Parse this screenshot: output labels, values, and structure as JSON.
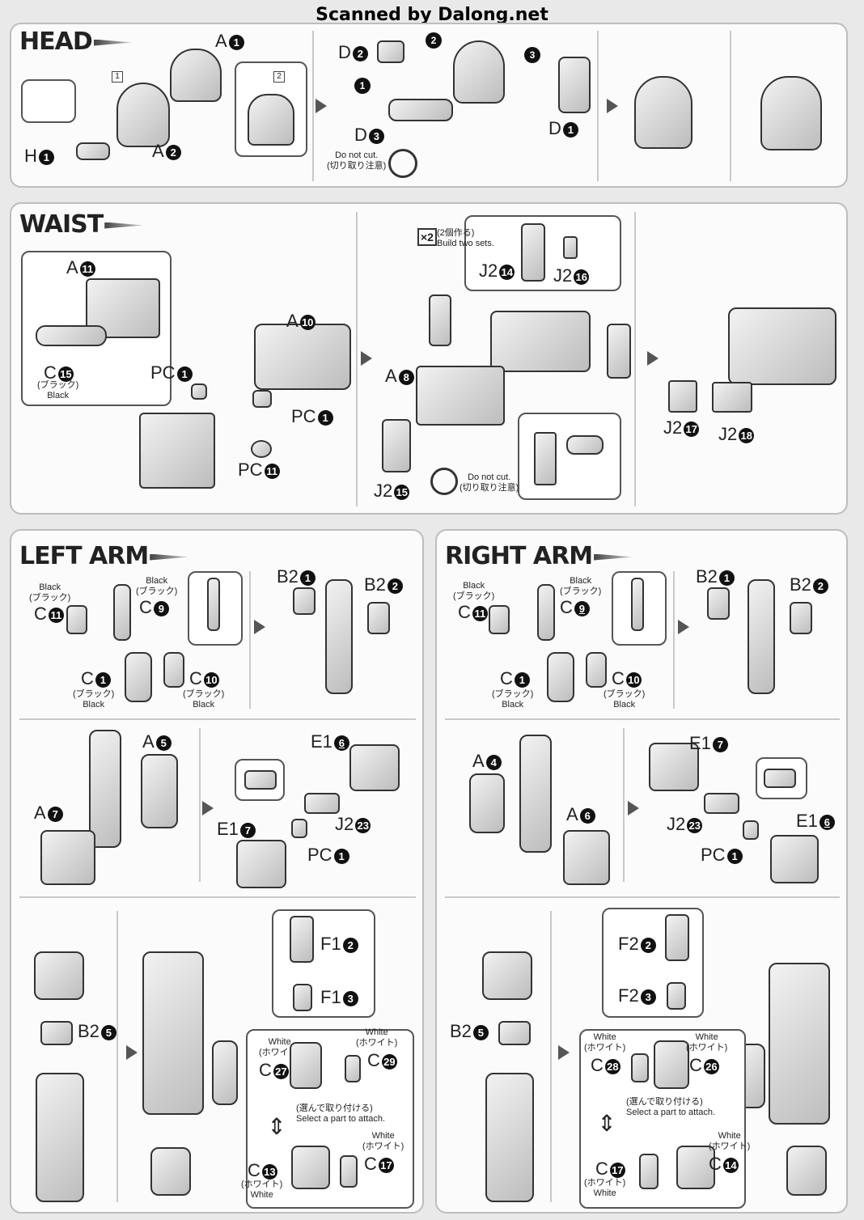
{
  "watermark": "Scanned by Dalong.net",
  "head": {
    "title": "HEAD",
    "labels": {
      "a1": "A",
      "a2": "A",
      "h1": "H",
      "d2": "D",
      "d3": "D",
      "d1": "D"
    },
    "nums": {
      "a1": "1",
      "a2": "2",
      "h1": "1",
      "d2": "2",
      "d3": "3",
      "d1": "1"
    },
    "steps": [
      "1",
      "2",
      "3"
    ],
    "opt": [
      "1",
      "2"
    ],
    "do_not_cut": "Do not cut.",
    "do_not_cut_jp": "(切り取り注意)"
  },
  "waist": {
    "title": "WAIST",
    "labels": {
      "a11": "A",
      "a10": "A",
      "c15": "C",
      "pc1a": "PC",
      "pc1b": "PC",
      "pc11": "PC",
      "a8": "A",
      "j2_15": "J2",
      "j2_14": "J2",
      "j2_16": "J2",
      "j2_17": "J2",
      "j2_18": "J2"
    },
    "nums": {
      "a11": "11",
      "a10": "10",
      "c15": "15",
      "pc1a": "1",
      "pc1b": "1",
      "pc11": "11",
      "a8": "8",
      "j2_15": "15",
      "j2_14": "14",
      "j2_16": "16",
      "j2_17": "17",
      "j2_18": "18"
    },
    "black_jp": "(ブラック)",
    "black": "Black",
    "x2": "×2",
    "build_two_jp": "(2個作る)",
    "build_two": "Build two sets.",
    "do_not_cut": "Do not cut.",
    "do_not_cut_jp": "(切り取り注意)"
  },
  "left_arm": {
    "title": "LEFT ARM",
    "labels": {
      "c11": "C",
      "c9": "C",
      "c1": "C",
      "c10": "C",
      "b21": "B2",
      "b22": "B2",
      "a5": "A",
      "a7": "A",
      "e16": "E1",
      "e17": "E1",
      "j223": "J2",
      "pc1": "PC",
      "b25": "B2",
      "f12": "F1",
      "f13": "F1",
      "c27": "C",
      "c29": "C",
      "c13": "C",
      "c17": "C"
    },
    "nums": {
      "c11": "11",
      "c9": "9",
      "c1": "1",
      "c10": "10",
      "b21": "1",
      "b22": "2",
      "a5": "5",
      "a7": "7",
      "e16": "6",
      "e17": "7",
      "j223": "23",
      "pc1": "1",
      "b25": "5",
      "f12": "2",
      "f13": "3",
      "c27": "27",
      "c29": "29",
      "c13": "13",
      "c17": "17"
    },
    "black": "Black",
    "black_jp": "(ブラック)",
    "white": "White",
    "white_jp": "(ホワイト)",
    "select_jp": "(選んで取り付ける)",
    "select": "Select a part to attach."
  },
  "right_arm": {
    "title": "RIGHT ARM",
    "labels": {
      "c11": "C",
      "c9": "C",
      "c1": "C",
      "c10": "C",
      "b21": "B2",
      "b22": "B2",
      "a4": "A",
      "a6": "A",
      "e17": "E1",
      "e16": "E1",
      "j223": "J2",
      "pc1": "PC",
      "b25": "B2",
      "f22": "F2",
      "f23": "F2",
      "c28": "C",
      "c26": "C",
      "c17": "C",
      "c14": "C"
    },
    "nums": {
      "c11": "11",
      "c9": "9",
      "c1": "1",
      "c10": "10",
      "b21": "1",
      "b22": "2",
      "a4": "4",
      "a6": "6",
      "e17": "7",
      "e16": "6",
      "j223": "23",
      "pc1": "1",
      "b25": "5",
      "f22": "2",
      "f23": "3",
      "c28": "28",
      "c26": "26",
      "c17": "17",
      "c14": "14"
    },
    "black": "Black",
    "black_jp": "(ブラック)",
    "white": "White",
    "white_jp": "(ホワイト)",
    "select_jp": "(選んで取り付ける)",
    "select": "Select a part to attach."
  },
  "colors": {
    "panel_bg": "#fbfbfb",
    "page_bg": "#e9e9ea",
    "ink": "#222222"
  }
}
